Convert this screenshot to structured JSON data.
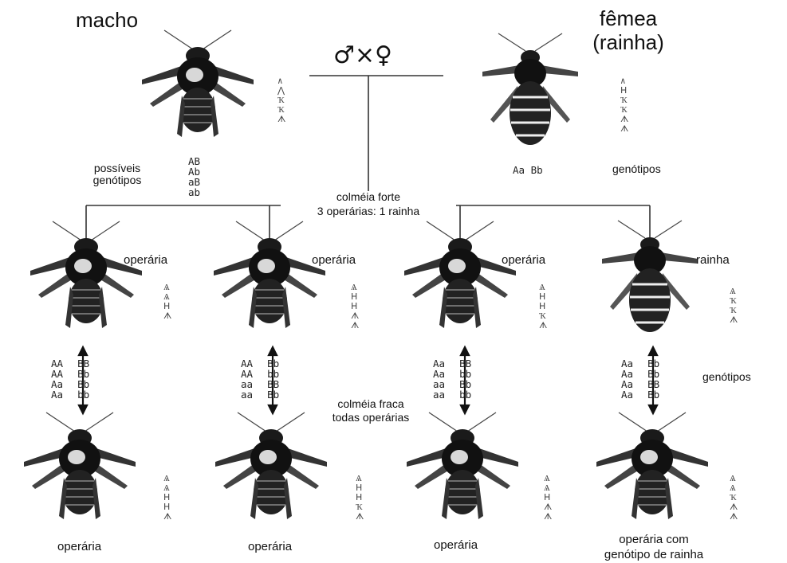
{
  "top": {
    "male_label": "macho",
    "female_label": "fêmea",
    "female_sublabel": "(rainha)",
    "cross": "♂×♀",
    "male_possible_label_1": "possíveis",
    "male_possible_label_2": "genótipos",
    "male_genotypes": [
      "AB",
      "Ab",
      "aB",
      "ab"
    ],
    "female_genotype": "Aa Bb",
    "female_genotype_label": "genótipos"
  },
  "middle": {
    "strong_hive_1": "colméia forte",
    "strong_hive_2": "3 operárias: 1 rainha",
    "bees": [
      {
        "label": "operária",
        "genoA": [
          "AA",
          "AA",
          "Aa",
          "Aa"
        ],
        "genoB": [
          "BB",
          "Bb",
          "Bb",
          "bb"
        ]
      },
      {
        "label": "operária",
        "genoA": [
          "AA",
          "AA",
          "aa",
          "aa"
        ],
        "genoB": [
          "Bb",
          "bb",
          "BB",
          "Bb"
        ]
      },
      {
        "label": "operária",
        "genoA": [
          "Aa",
          "Aa",
          "aa",
          "aa"
        ],
        "genoB": [
          "BB",
          "bb",
          "Bb",
          "bb"
        ]
      },
      {
        "label": "rainha",
        "genoA": [
          "Aa",
          "Aa",
          "Aa",
          "Aa"
        ],
        "genoB": [
          "Bb",
          "Bb",
          "BB",
          "Bb"
        ]
      }
    ],
    "genotypes_label": "genótipos"
  },
  "bottom": {
    "weak_hive_1": "colméia fraca",
    "weak_hive_2": "todas operárias",
    "labels": [
      "operária",
      "operária",
      "operária",
      "operária com",
      "genótipo de rainha"
    ]
  }
}
